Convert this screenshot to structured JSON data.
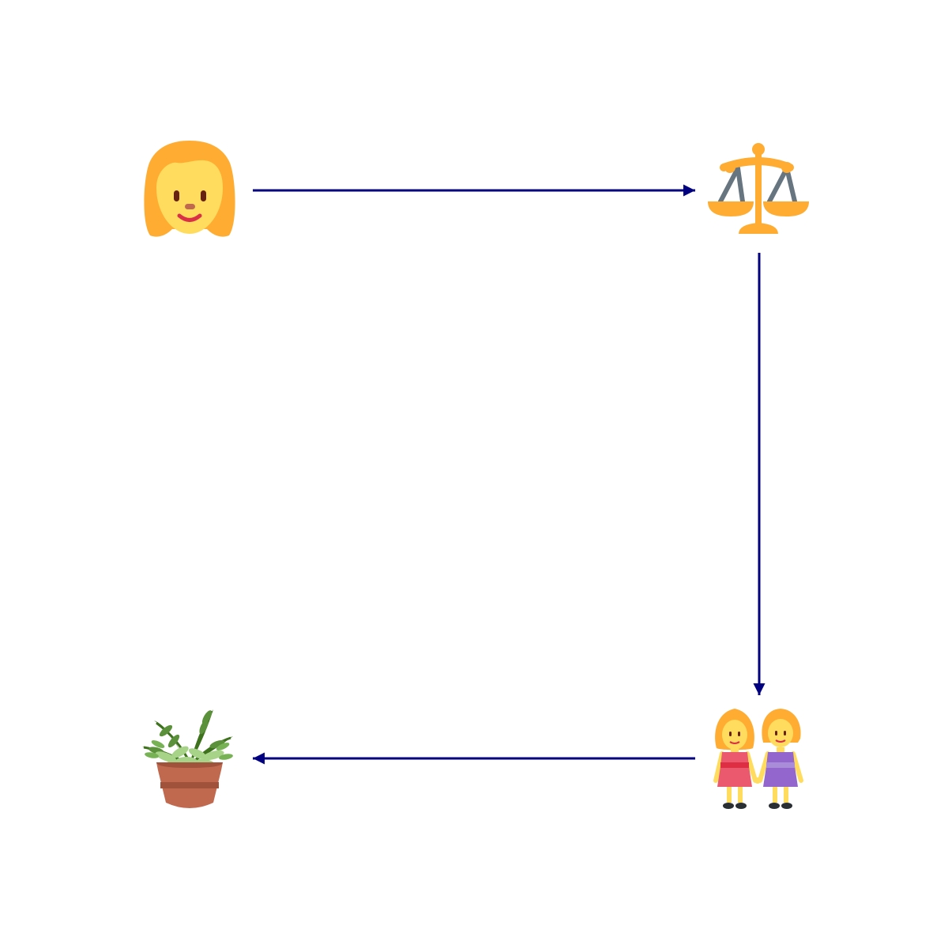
{
  "diagram": {
    "background": "#ffffff",
    "arrow_color": "#000080",
    "nodes": [
      {
        "id": "woman",
        "icon": "woman-icon"
      },
      {
        "id": "scales",
        "icon": "balance-scale-icon"
      },
      {
        "id": "two-women",
        "icon": "two-women-holding-hands-icon"
      },
      {
        "id": "plant",
        "icon": "potted-plant-icon"
      }
    ],
    "edges": [
      {
        "from": "woman",
        "to": "scales"
      },
      {
        "from": "scales",
        "to": "two-women"
      },
      {
        "from": "two-women",
        "to": "plant"
      }
    ]
  }
}
